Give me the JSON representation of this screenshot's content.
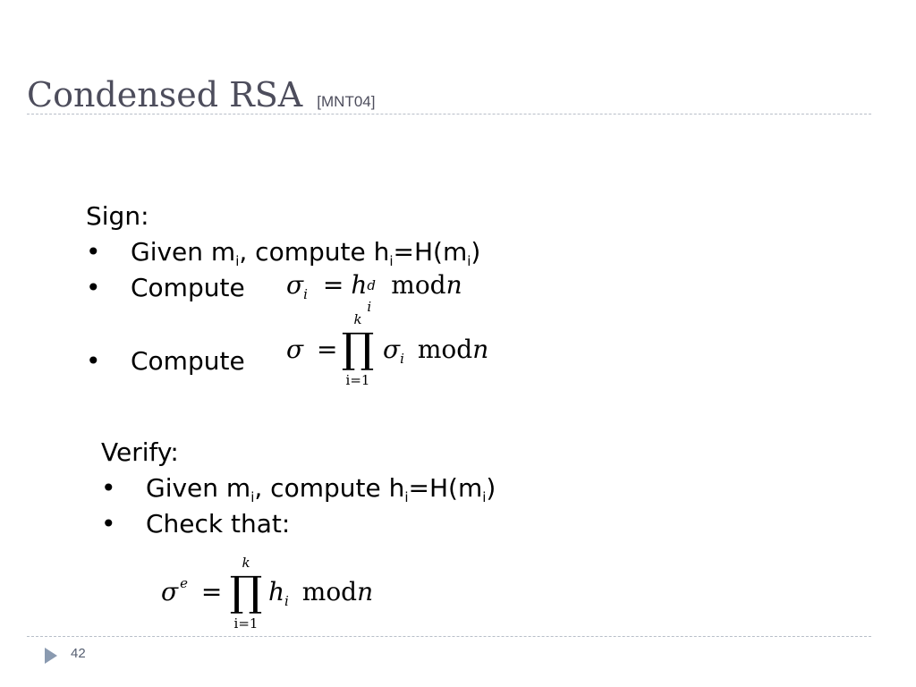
{
  "slide": {
    "title": "Condensed RSA",
    "title_ref": "[MNT04]",
    "page_number": "42"
  },
  "sign": {
    "heading": "Sign:",
    "bullet": "•",
    "step1": {
      "pre": "Given m",
      "sub1": "i",
      "mid": ", compute h",
      "sub2": "i",
      "eq": "=H(m",
      "sub3": "i",
      "post": ")"
    },
    "step2": "Compute",
    "step3": "Compute",
    "formula1": {
      "sigma": "σ",
      "i": "i",
      "eq": "=",
      "h": "h",
      "hi": "i",
      "d": "d",
      "mod": "mod",
      "n": "n"
    },
    "formula2": {
      "sigma": "σ",
      "eq": "=",
      "prod": "∏",
      "upper": "k",
      "lower": "i=1",
      "sigma_i": "σ",
      "i": "i",
      "mod": "mod",
      "n": "n"
    }
  },
  "verify": {
    "heading": "Verify:",
    "bullet": "•",
    "step1": {
      "pre": "Given m",
      "sub1": "i",
      "mid": ", compute h",
      "sub2": "i",
      "eq": "=H(m",
      "sub3": "i",
      "post": ")"
    },
    "step2": "Check that:",
    "formula": {
      "sigma": "σ",
      "e": "e",
      "eq": "=",
      "prod": "∏",
      "upper": "k",
      "lower": "i=1",
      "h": "h",
      "i": "i",
      "mod": "mod",
      "n": "n"
    }
  }
}
